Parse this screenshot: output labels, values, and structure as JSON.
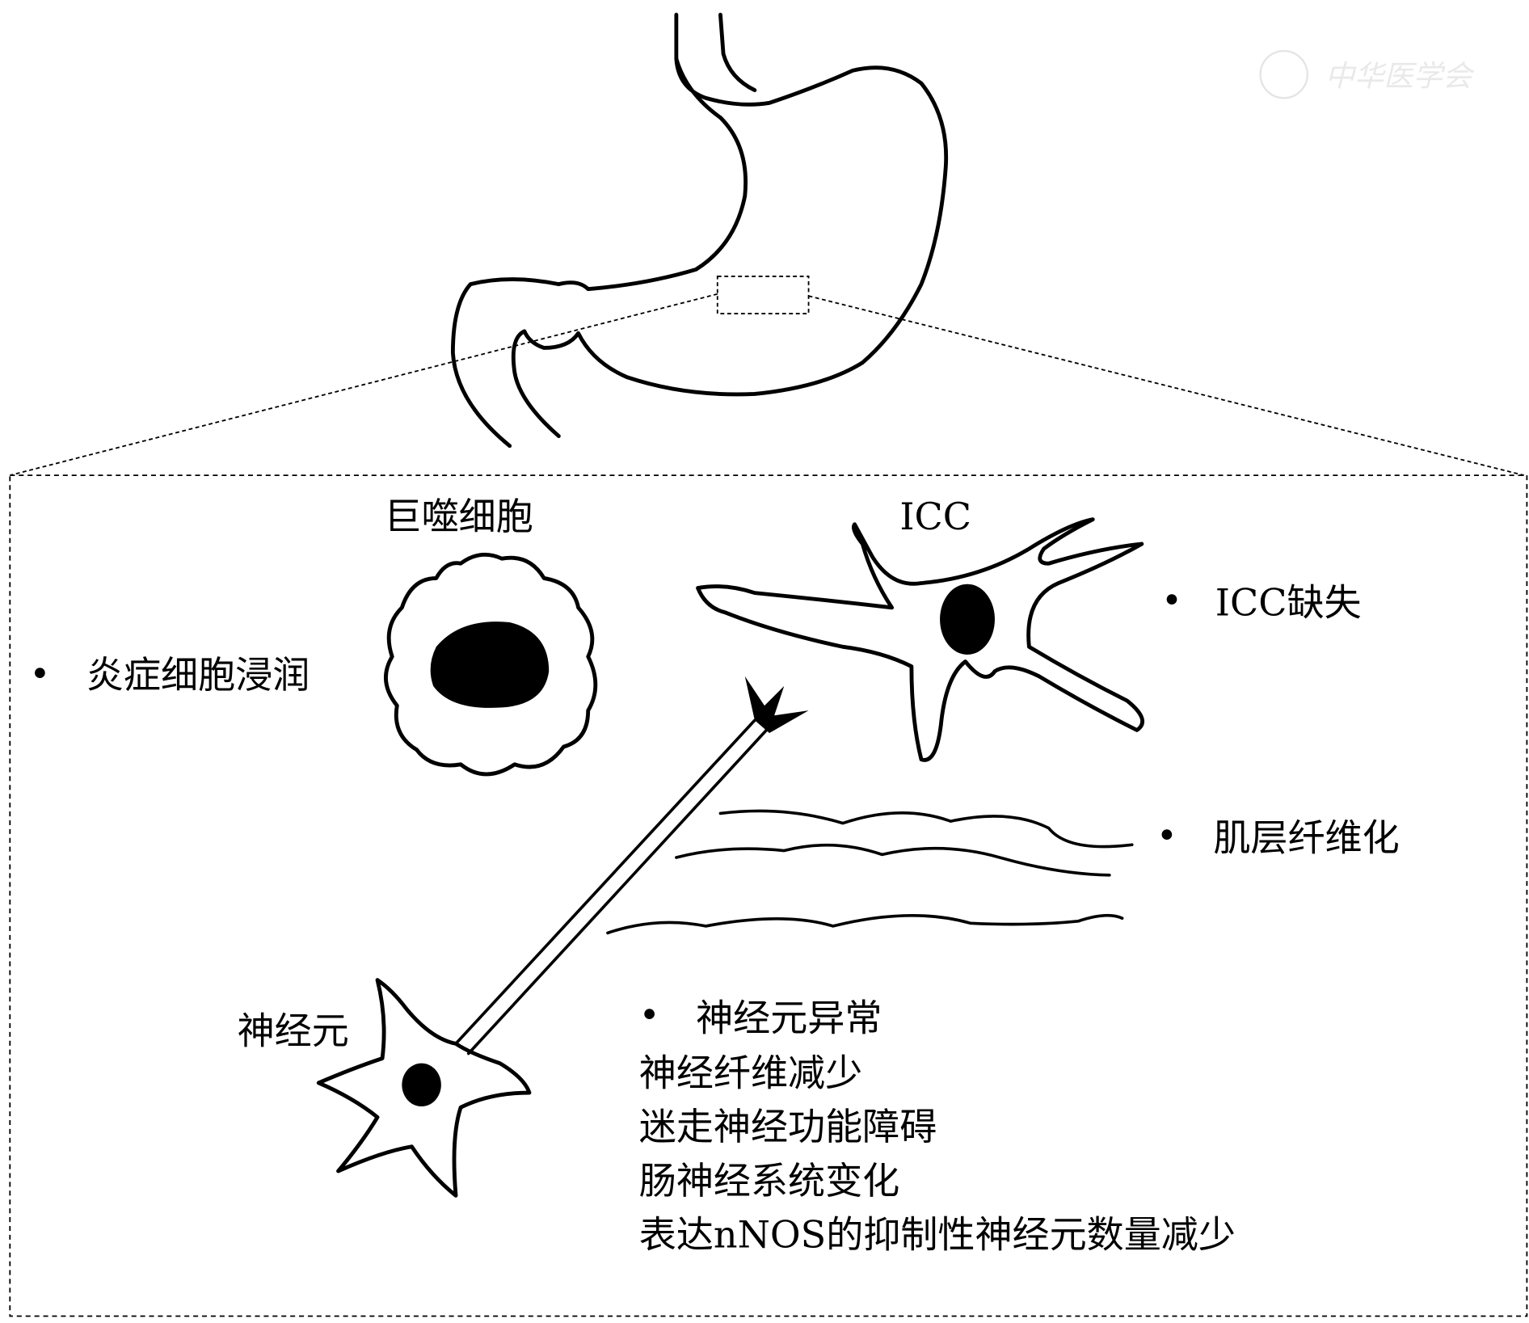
{
  "watermark": "中华医学会",
  "labels": {
    "macrophage": "巨噬细胞",
    "icc": "ICC",
    "neuron": "神经元"
  },
  "findings": {
    "inflammation": "炎症细胞浸润",
    "icc_loss": "ICC缺失",
    "fibrosis": "肌层纤维化",
    "neuron_abnormal": "神经元异常",
    "neuron_details": [
      "神经纤维减少",
      "迷走神经功能障碍",
      "肠神经系统变化",
      "表达nNOS的抑制性神经元数量减少"
    ]
  },
  "bullet": "•"
}
